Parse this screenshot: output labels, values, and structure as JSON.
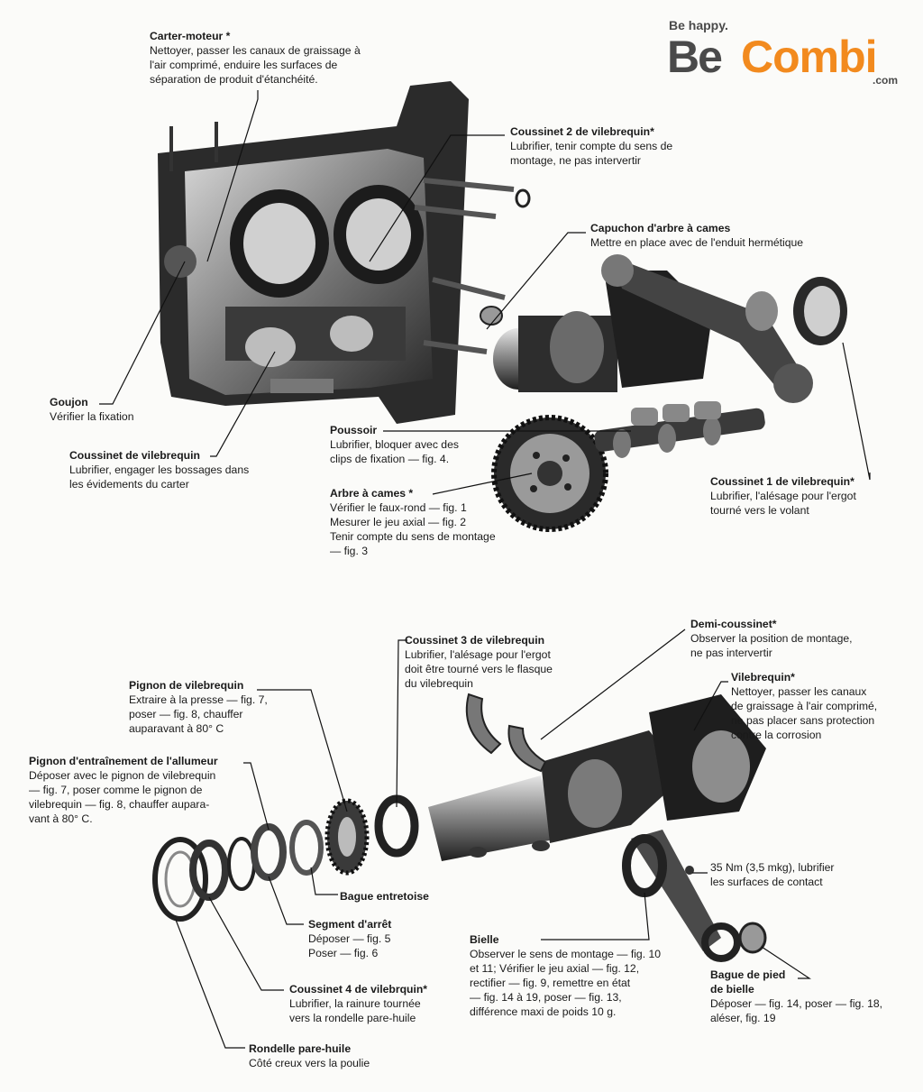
{
  "logo": {
    "tagline": "Be happy.",
    "part1": "Be",
    "part2": "Combi",
    "suffix": ".com"
  },
  "colors": {
    "brand_orange": "#f28a1e",
    "brand_gray": "#4a4a4a",
    "ink": "#1a1a1a"
  },
  "labels": [
    {
      "id": "carter",
      "title": "Carter-moteur *",
      "lines": [
        "Nettoyer, passer les canaux de graissage à",
        "l'air comprimé, enduire les surfaces de",
        "séparation de produit d'étanchéité."
      ]
    },
    {
      "id": "coussinet2",
      "title": "Coussinet 2 de vilebrequin*",
      "lines": [
        "Lubrifier, tenir compte du sens de",
        "montage, ne pas intervertir"
      ]
    },
    {
      "id": "capuchon",
      "title": "Capuchon d'arbre à cames",
      "lines": [
        "Mettre en place avec de l'enduit hermétique"
      ]
    },
    {
      "id": "goujon",
      "title": "Goujon",
      "lines": [
        "Vérifier la fixation"
      ]
    },
    {
      "id": "coussinet-vil",
      "title": "Coussinet de vilebrequin",
      "lines": [
        "Lubrifier, engager les bossages dans",
        "les évidements du carter"
      ]
    },
    {
      "id": "poussoir",
      "title": "Poussoir",
      "lines": [
        "Lubrifier, bloquer avec des",
        "clips de fixation — fig. 4."
      ]
    },
    {
      "id": "arbre",
      "title": "Arbre à cames *",
      "lines": [
        "Vérifier le faux-rond — fig. 1",
        "Mesurer le jeu axial — fig. 2",
        "Tenir compte du sens de montage",
        "— fig. 3"
      ]
    },
    {
      "id": "coussinet1",
      "title": "Coussinet 1 de vilebrequin*",
      "lines": [
        "Lubrifier, l'alésage pour l'ergot",
        "tourné vers le volant"
      ]
    },
    {
      "id": "coussinet3",
      "title": "Coussinet 3 de vilebrequin",
      "lines": [
        "Lubrifier, l'alésage pour l'ergot",
        "doit être tourné vers le flasque",
        "du vilebrequin"
      ]
    },
    {
      "id": "demi",
      "title": "Demi-coussinet*",
      "lines": [
        "Observer la position de montage,",
        "ne pas intervertir"
      ]
    },
    {
      "id": "vilebrequin",
      "title": "Vilebrequin*",
      "lines": [
        "Nettoyer, passer les canaux",
        "de graissage à l'air comprimé,",
        "ne pas placer sans protection",
        "contre la corrosion"
      ]
    },
    {
      "id": "pignon-vil",
      "title": "Pignon de vilebrequin",
      "lines": [
        "Extraire à la presse — fig. 7,",
        "poser — fig. 8, chauffer",
        "auparavant à 80° C"
      ]
    },
    {
      "id": "pignon-all",
      "title": "Pignon d'entraînement de l'allumeur",
      "lines": [
        "Déposer avec le pignon de vilebrequin",
        "— fig. 7, poser comme le pignon de",
        "vilebrequin — fig. 8, chauffer aupara-",
        "vant à 80° C."
      ]
    },
    {
      "id": "torque",
      "title": "",
      "lines": [
        "35 Nm (3,5 mkg), lubrifier",
        "les surfaces de contact"
      ]
    },
    {
      "id": "bague-ent",
      "title": "Bague entretoise",
      "lines": []
    },
    {
      "id": "segment",
      "title": "Segment d'arrêt",
      "lines": [
        "Déposer — fig. 5",
        "Poser — fig. 6"
      ]
    },
    {
      "id": "bielle",
      "title": "Bielle",
      "lines": [
        "Observer le sens de montage — fig. 10",
        "et 11; Vérifier le jeu axial — fig. 12,",
        "rectifier — fig. 9, remettre en état",
        "— fig. 14 à 19, poser — fig. 13,",
        "différence maxi de poids 10 g."
      ]
    },
    {
      "id": "bague-pied",
      "title": "Bague de pied",
      "lines": [
        "de bielle",
        "Déposer — fig. 14, poser — fig. 18,",
        "aléser, fig. 19"
      ]
    },
    {
      "id": "coussinet4",
      "title": "Coussinet 4 de vilebrquin*",
      "lines": [
        "Lubrifier, la rainure tournée",
        "vers la rondelle pare-huile"
      ]
    },
    {
      "id": "rondelle",
      "title": "Rondelle pare-huile",
      "lines": [
        "Côté creux vers la poulie"
      ]
    }
  ]
}
